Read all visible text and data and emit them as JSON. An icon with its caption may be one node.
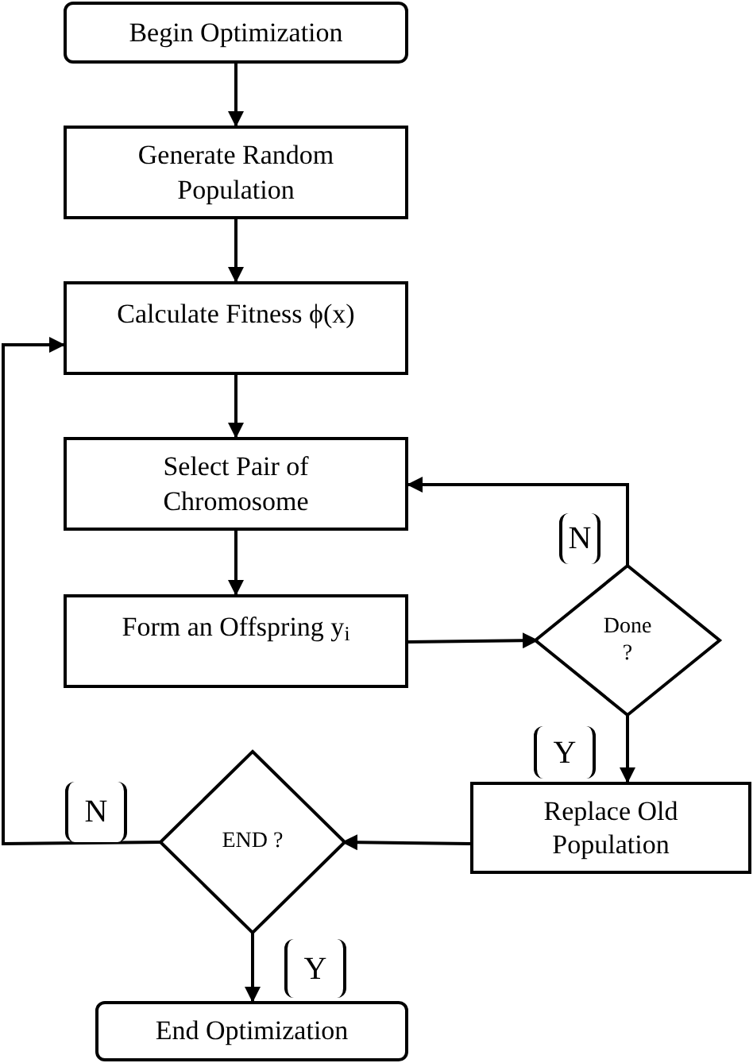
{
  "diagram": {
    "nodes": [
      {
        "text": [
          "Begin Optimization"
        ]
      },
      {
        "text": [
          "Generate Random Population"
        ]
      },
      {
        "text": [
          "Calculate Fitness ϕ(x)"
        ]
      },
      {
        "text": [
          "Select Pair of Chromosome"
        ]
      },
      {
        "text": [
          "Form an Offspring y$_{i}$"
        ]
      },
      {
        "text": [
          "Done ?"
        ]
      },
      {
        "text": [
          "Replace Old Population"
        ]
      },
      {
        "text": [
          "END ?"
        ]
      },
      {
        "text": [
          "End Optimization"
        ]
      }
    ],
    "edges": [
      {
        "from": 0,
        "to": 1,
        "arrow": "to"
      },
      {
        "from": 1,
        "to": 2,
        "arrow": "to"
      },
      {
        "from": 2,
        "to": 3,
        "arrow": "to"
      },
      {
        "from": 3,
        "to": 4,
        "arrow": "to"
      },
      {
        "from": 4,
        "to": 5,
        "arrow": "to"
      },
      {
        "from": 5,
        "to": 3,
        "arrow": "to",
        "label": "N"
      },
      {
        "from": 5,
        "to": 6,
        "arrow": "to",
        "label": "Y"
      },
      {
        "from": 6,
        "to": 7,
        "arrow": "to"
      },
      {
        "from": 7,
        "to": 2,
        "arrow": "to",
        "label": "N"
      },
      {
        "from": 7,
        "to": 8,
        "arrow": "to",
        "label": "Y"
      }
    ]
  }
}
